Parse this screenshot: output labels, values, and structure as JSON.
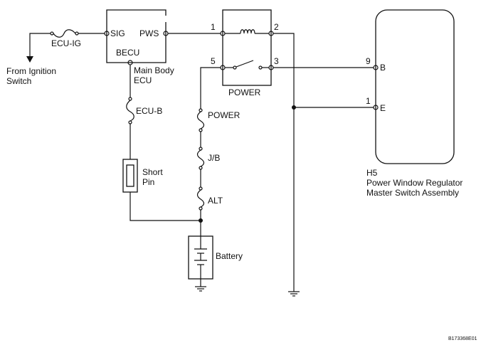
{
  "labels": {
    "sig": "SIG",
    "pws": "PWS",
    "ecu_ig": "ECU-IG",
    "becu": "BECU",
    "from_ignition_line1": "From Ignition",
    "from_ignition_line2": "Switch",
    "main_body_line1": "Main Body",
    "main_body_line2": "ECU",
    "ecu_b": "ECU-B",
    "power_fuse": "POWER",
    "jb": "J/B",
    "alt": "ALT",
    "short_pin_line1": "Short",
    "short_pin_line2": "Pin",
    "battery": "Battery",
    "relay": "POWER",
    "pin1": "1",
    "pin2": "2",
    "pin3": "3",
    "pin5": "5",
    "pin9": "9",
    "pin1b": "1",
    "term_b": "B",
    "term_e": "E",
    "h5": "H5",
    "h5_line1": "Power Window Regulator",
    "h5_line2": "Master Switch Assembly",
    "code": "B173368E01"
  }
}
